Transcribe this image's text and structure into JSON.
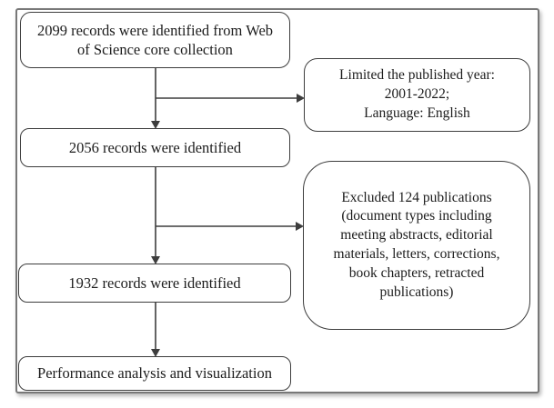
{
  "figure": {
    "type": "flowchart",
    "colors": {
      "background": "#ffffff",
      "box_fill": "#ffffff",
      "box_border": "#3d3d3d",
      "text": "#1c1c1c",
      "frame_border": "#787878"
    },
    "main_flow": [
      {
        "id": "records-2099",
        "text": "2099 records were identified from Web\nof Science core collection"
      },
      {
        "id": "records-2056",
        "text": "2056 records were identified"
      },
      {
        "id": "records-1932",
        "text": "1932 records were identified"
      },
      {
        "id": "analysis",
        "text": "Performance analysis and visualization"
      }
    ],
    "side_notes": [
      {
        "id": "year-language-filter",
        "text": "Limited the published year:\n2001-2022;\nLanguage: English"
      },
      {
        "id": "excluded-publications",
        "text": "Excluded 124 publications\n(document types including\nmeeting abstracts, editorial\nmaterials, letters, corrections,\nbook chapters, retracted\npublications)"
      }
    ]
  }
}
